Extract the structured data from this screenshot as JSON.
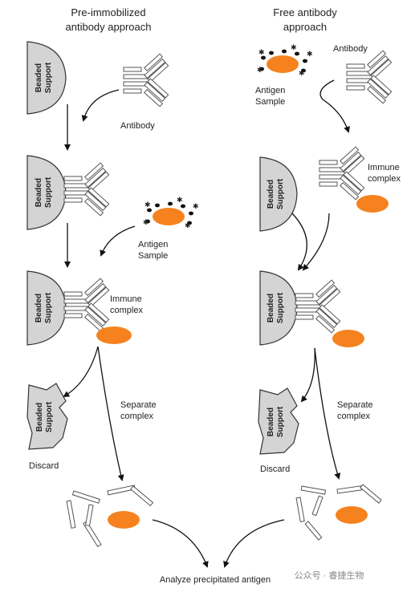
{
  "left_column": {
    "title_line1": "Pre-immobilized",
    "title_line2": "antibody approach",
    "antibody_label": "Antibody",
    "antigen_label_line1": "Antigen",
    "antigen_label_line2": "Sample",
    "immune_label_line1": "Immune",
    "immune_label_line2": "complex",
    "separate_label_line1": "Separate",
    "separate_label_line2": "complex",
    "discard_label": "Discard"
  },
  "right_column": {
    "title_line1": "Free antibody",
    "title_line2": "approach",
    "antibody_label": "Antibody",
    "antigen_label_line1": "Antigen",
    "antigen_label_line2": "Sample",
    "immune_label_line1": "Immune",
    "immune_label_line2": "complex",
    "separate_label_line1": "Separate",
    "separate_label_line2": "complex",
    "discard_label": "Discard"
  },
  "bead_label_line1": "Beaded",
  "bead_label_line2": "Support",
  "bottom_label": "Analyze precipitated antigen",
  "watermark_right": "公众号 · 睿捷生物",
  "colors": {
    "antigen": "#f5821f",
    "bead_fill": "#d4d4d4",
    "line": "#111111"
  }
}
